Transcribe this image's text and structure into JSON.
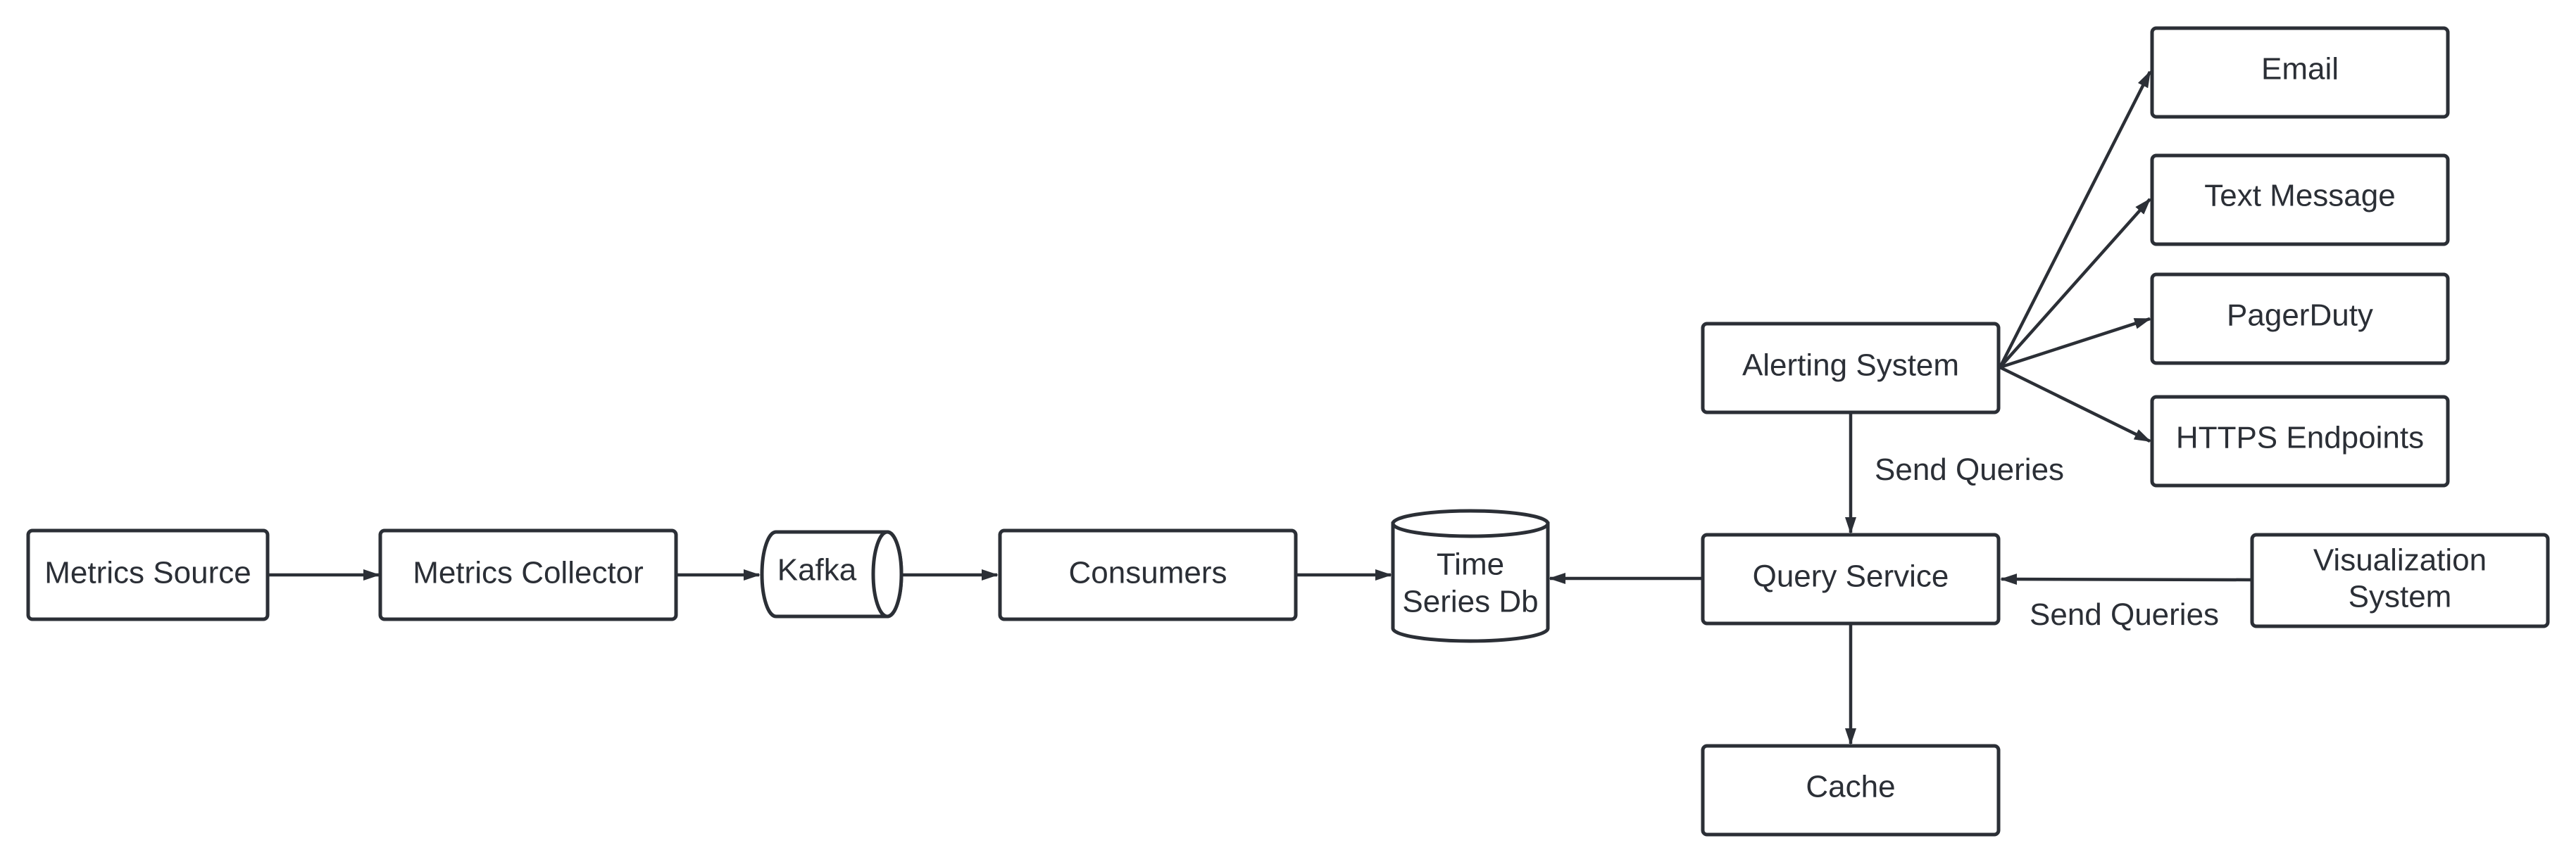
{
  "colors": {
    "stroke": "#2b2f36",
    "text": "#2b2f36",
    "background": "#ffffff"
  },
  "nodes": {
    "metrics_source": {
      "label": "Metrics Source"
    },
    "metrics_collector": {
      "label": "Metrics Collector"
    },
    "kafka": {
      "label": "Kafka"
    },
    "consumers": {
      "label": "Consumers"
    },
    "time_series_db": {
      "label_line1": "Time",
      "label_line2": "Series Db"
    },
    "query_service": {
      "label": "Query Service"
    },
    "alerting_system": {
      "label": "Alerting System"
    },
    "visualization_system": {
      "label_line1": "Visualization",
      "label_line2": "System"
    },
    "cache": {
      "label": "Cache"
    },
    "email": {
      "label": "Email"
    },
    "text_message": {
      "label": "Text Message"
    },
    "pagerduty": {
      "label": "PagerDuty"
    },
    "https_endpoints": {
      "label": "HTTPS Endpoints"
    }
  },
  "edges": {
    "alerting_to_query": {
      "label": "Send Queries"
    },
    "visualization_to_query": {
      "label": "Send Queries"
    }
  }
}
